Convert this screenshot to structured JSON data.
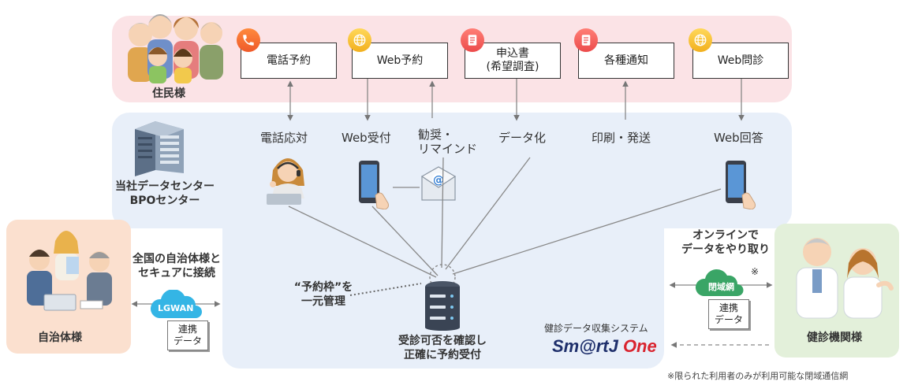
{
  "residents": {
    "label": "住民様"
  },
  "channels": [
    {
      "label": "電話予約",
      "icon": "phone-icon"
    },
    {
      "label": "Web予約",
      "icon": "globe-icon"
    },
    {
      "label": "申込書\n(希望調査)",
      "icon": "document-icon"
    },
    {
      "label": "各種通知",
      "icon": "document-icon"
    },
    {
      "label": "Web問診",
      "icon": "globe-icon"
    }
  ],
  "center": {
    "title": "当社データセンター\nBPOセンター",
    "services": [
      "電話応対",
      "Web受付",
      "勧奨・\nリマインド",
      "データ化",
      "印刷・発送",
      "Web回答"
    ]
  },
  "core": {
    "slot_label": "“予約枠”を\n一元管理",
    "confirm_label": "受診可否を確認し\n正確に予約受付"
  },
  "municipality": {
    "label": "自治体様",
    "connect_label": "全国の自治体様と\nセキュアに接続",
    "network": "LGWAN",
    "card": "連携\nデータ"
  },
  "institution": {
    "label": "健診機関様",
    "online_label": "オンラインで\nデータをやり取り",
    "network": "閉域網",
    "mark": "※",
    "card": "連携\nデータ"
  },
  "system": {
    "caption": "健診データ収集システム",
    "logo_main": "Sm@rtJ",
    "logo_sub": "One"
  },
  "footnote": "※限られた利用者のみが利用可能な閉域通信網",
  "colors": {
    "resident_band": "#fbe3e6",
    "center_band": "#e8eff9",
    "municipality": "#fbe0cf",
    "institution": "#e3f0da",
    "logo_navy": "#1e2f6b",
    "logo_red": "#d9232e"
  }
}
